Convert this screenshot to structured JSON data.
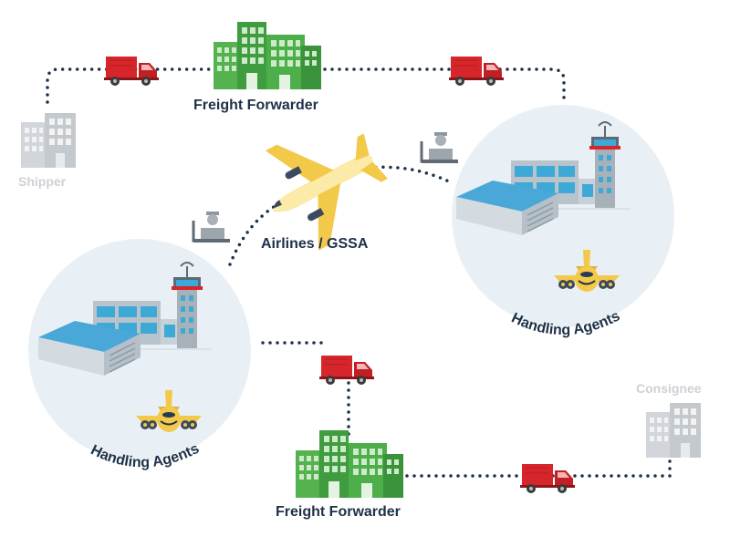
{
  "nodes": {
    "shipper": "Shipper",
    "freight_forwarder_top": "Freight Forwarder",
    "airlines": "Airlines / GSSA",
    "handling_agents_right": "Handling Agents",
    "handling_agents_left": "Handling Agents",
    "freight_forwarder_bottom": "Freight Forwarder",
    "consignee": "Consignee"
  },
  "colors": {
    "truck": "#d6262b",
    "buildings": "#4aa848",
    "label": "#1e3148",
    "faded_label": "#cdd1d5",
    "route": "#1e3148",
    "circle": "#e9f0f5",
    "plane": "#f3c94a"
  },
  "icons": [
    "truck-icon",
    "buildings-icon",
    "office-icon",
    "airplane-icon",
    "warehouse-icon",
    "control-tower-icon",
    "agent-icon"
  ]
}
